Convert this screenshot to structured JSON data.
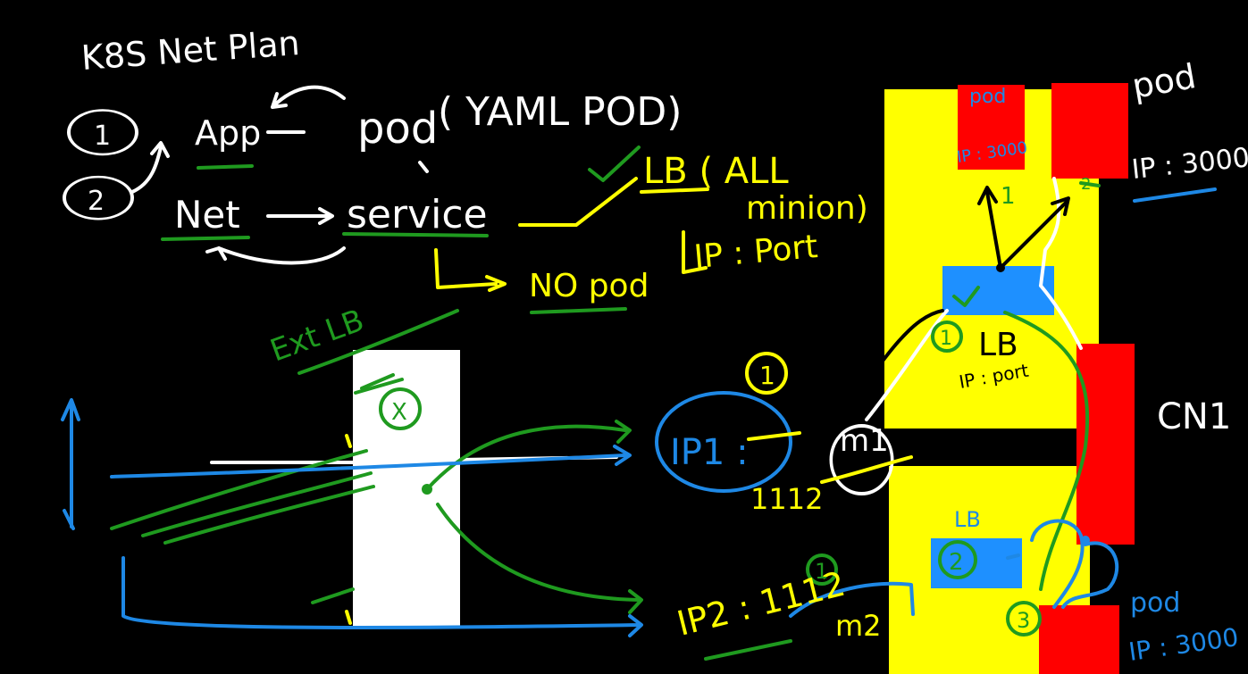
{
  "colors": {
    "background": "#000000",
    "white_ink": "#ffffff",
    "green_ink": "#1f9a1f",
    "blue_ink": "#1e88e5",
    "yellow_ink": "#ffff00",
    "red_block": "#ff0000",
    "blue_block": "#1e90ff",
    "yellow_block": "#ffff00",
    "white_block": "#ffffff"
  },
  "labels": {
    "title": "K8S Net Plan",
    "num_1": "1",
    "num_2": "2",
    "app": "App",
    "pod": "pod",
    "yaml_pod": "( YAML POD)",
    "net": "Net",
    "service": "service",
    "lb_all": "LB ( ALL",
    "minion": "minion)",
    "ip_port": "IP : Port",
    "no_pod": "NO pod",
    "ext_lb": "Ext LB",
    "x_mark": "X",
    "circle_1": "1",
    "ip1_label": "IP1 :",
    "ip1_port": "1112",
    "m1": "m1",
    "ip2_label": "IP2 : 1112",
    "circle_1b": "1",
    "m2": "m2",
    "lb_right": "LB",
    "lb_ipport": "IP : port",
    "node_circle_1": "1",
    "pod_top_left": "pod",
    "pod_top_left_ip": "IP : 3000",
    "pod_top_right": "pod",
    "ip_3000": "IP : 3000",
    "mark_1": "1",
    "mark_2": "2",
    "cn1": "CN1",
    "lb_bottom": "LB",
    "node_circle_2": "2",
    "node_circle_3": "3",
    "pod_bottom": "pod",
    "ip_3000_bottom": "IP : 3000"
  }
}
